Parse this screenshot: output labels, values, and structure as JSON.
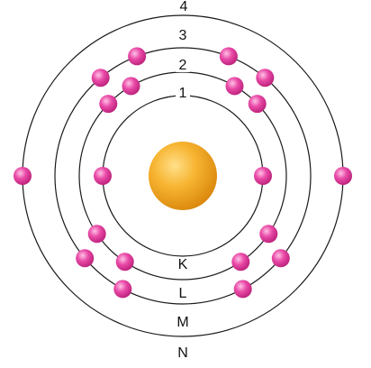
{
  "shells": [
    {
      "number": "1",
      "letter": "K"
    },
    {
      "number": "2",
      "letter": "L"
    },
    {
      "number": "3",
      "letter": "M"
    },
    {
      "number": "4",
      "letter": "N"
    }
  ],
  "electrons_per_shell": [
    2,
    8,
    8,
    2
  ],
  "colors": {
    "nucleus": "#f2a21a",
    "nucleus_highlight": "#ffd77a",
    "electron": "#e0359a",
    "electron_highlight": "#ffb3df",
    "ring": "#1a1a1a"
  }
}
